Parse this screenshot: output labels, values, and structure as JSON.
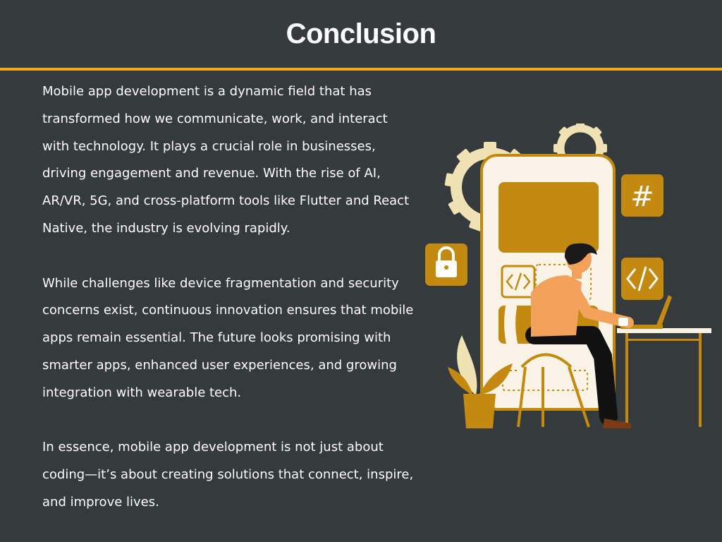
{
  "slide": {
    "title": "Conclusion",
    "paragraphs": [
      "Mobile app development is a dynamic field that has transformed how we communicate, work, and interact with technology. It plays a crucial role in businesses, driving engagement and revenue. With the rise of AI, AR/VR, 5G, and cross-platform tools like Flutter and React Native, the industry is evolving rapidly.",
      "While challenges like device fragmentation and security concerns exist, continuous innovation ensures that mobile apps remain essential. The future looks promising with smarter apps, enhanced user experiences, and growing integration with wearable tech.",
      "In essence, mobile app development is not just about coding—it’s about creating solutions that connect, inspire, and improve lives."
    ]
  },
  "illustration": {
    "icons": [
      "gear-icon",
      "smartphone",
      "hashtag-icon",
      "code-icon",
      "lock-icon",
      "person-at-laptop",
      "plant-icon"
    ],
    "hashtag_glyph": "#",
    "colors": {
      "background": "#353a3d",
      "accent": "#f0a81c",
      "gold": "#c48a10",
      "gear": "#f1e2b4",
      "skin": "#f2a25a",
      "hair": "#1a1a1a"
    }
  }
}
